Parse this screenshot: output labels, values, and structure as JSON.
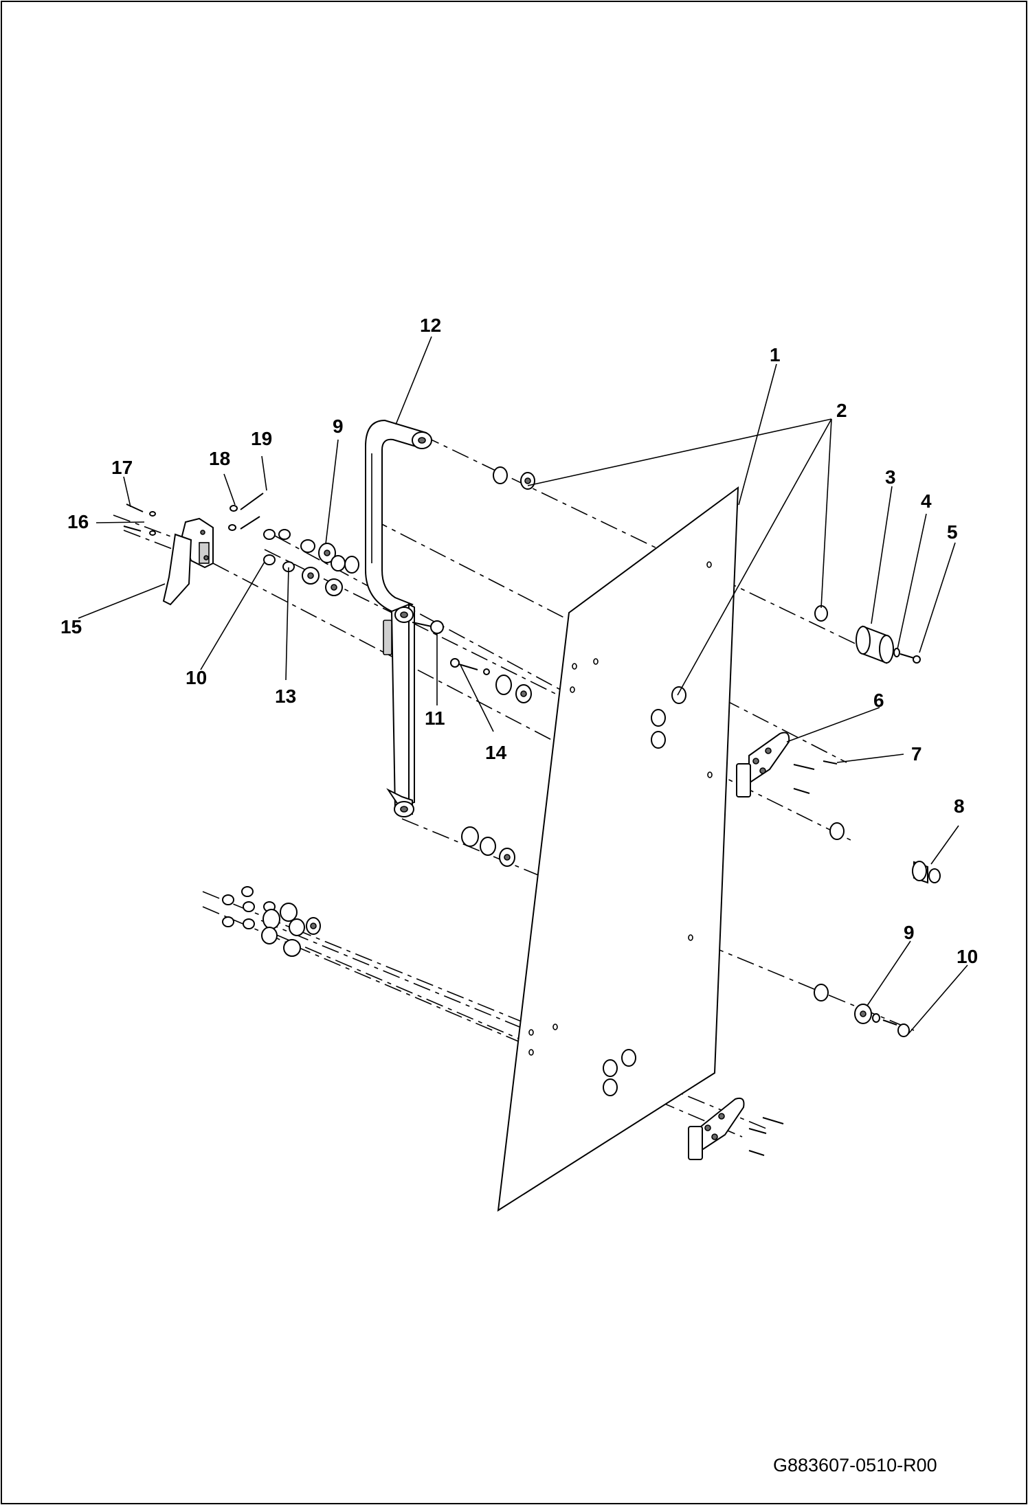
{
  "diagram": {
    "drawing_number": "G883607-0510-R00",
    "callouts": [
      {
        "id": "callout-1",
        "label": "1"
      },
      {
        "id": "callout-2",
        "label": "2"
      },
      {
        "id": "callout-3",
        "label": "3"
      },
      {
        "id": "callout-4",
        "label": "4"
      },
      {
        "id": "callout-5",
        "label": "5"
      },
      {
        "id": "callout-6",
        "label": "6"
      },
      {
        "id": "callout-7",
        "label": "7"
      },
      {
        "id": "callout-8",
        "label": "8"
      },
      {
        "id": "callout-9a",
        "label": "9"
      },
      {
        "id": "callout-9b",
        "label": "9"
      },
      {
        "id": "callout-10a",
        "label": "10"
      },
      {
        "id": "callout-10b",
        "label": "10"
      },
      {
        "id": "callout-11",
        "label": "11"
      },
      {
        "id": "callout-12",
        "label": "12"
      },
      {
        "id": "callout-13",
        "label": "13"
      },
      {
        "id": "callout-14",
        "label": "14"
      },
      {
        "id": "callout-15",
        "label": "15"
      },
      {
        "id": "callout-16",
        "label": "16"
      },
      {
        "id": "callout-17",
        "label": "17"
      },
      {
        "id": "callout-18",
        "label": "18"
      },
      {
        "id": "callout-19",
        "label": "19"
      }
    ]
  }
}
